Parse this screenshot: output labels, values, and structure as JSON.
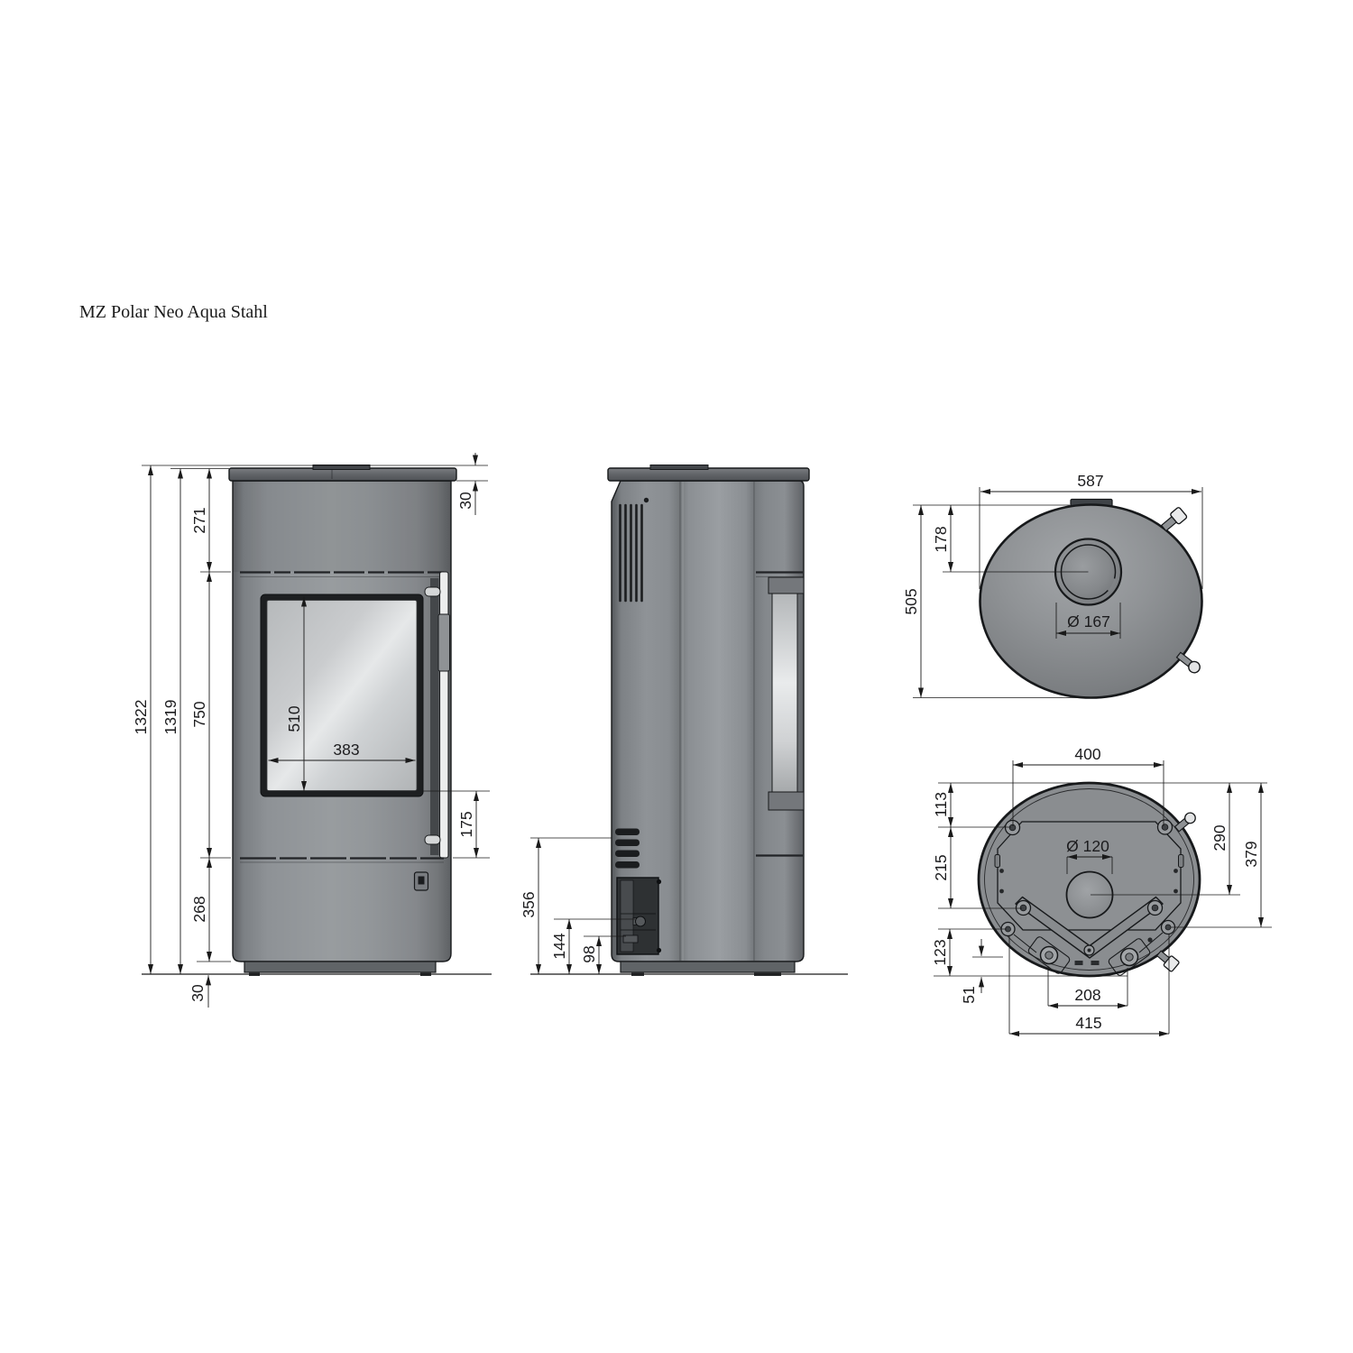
{
  "title": "MZ Polar Neo Aqua Stahl",
  "colors": {
    "ink": "#1a1a1a",
    "body_gray": "#8b8e91",
    "glass_gray": "#d6d8da"
  },
  "drawing": {
    "front_view": {
      "dims": {
        "overall_height": "1322",
        "height_without_top_plate": "1319",
        "top_edge_to_door_top": "271",
        "door_section_height": "750",
        "door_bottom_to_body_bottom": "268",
        "top_plate_thickness": "30",
        "base_clearance": "30",
        "glass_height": "510",
        "glass_width": "383",
        "handle_to_door_bottom": "175"
      }
    },
    "side_view": {
      "dims": {
        "connection_area_height": "356",
        "fitting_height": "144",
        "lower_fitting_height": "98"
      }
    },
    "top_view": {
      "dims": {
        "width": "587",
        "depth": "505",
        "flue_center_from_back": "178",
        "flue_collar_diameter": "Ø 167"
      }
    },
    "bottom_view": {
      "dims": {
        "mounting_hole_span": "400",
        "back_edge_to_holes": "113",
        "hole_row_spacing": "215",
        "bracket_to_front": "123",
        "foot_to_front": "51",
        "flue_center_from_back": "290",
        "bracket_depth": "379",
        "feet_spacing": "208",
        "outer_feet_spacing": "415",
        "flue_opening_diameter": "Ø 120"
      }
    }
  }
}
